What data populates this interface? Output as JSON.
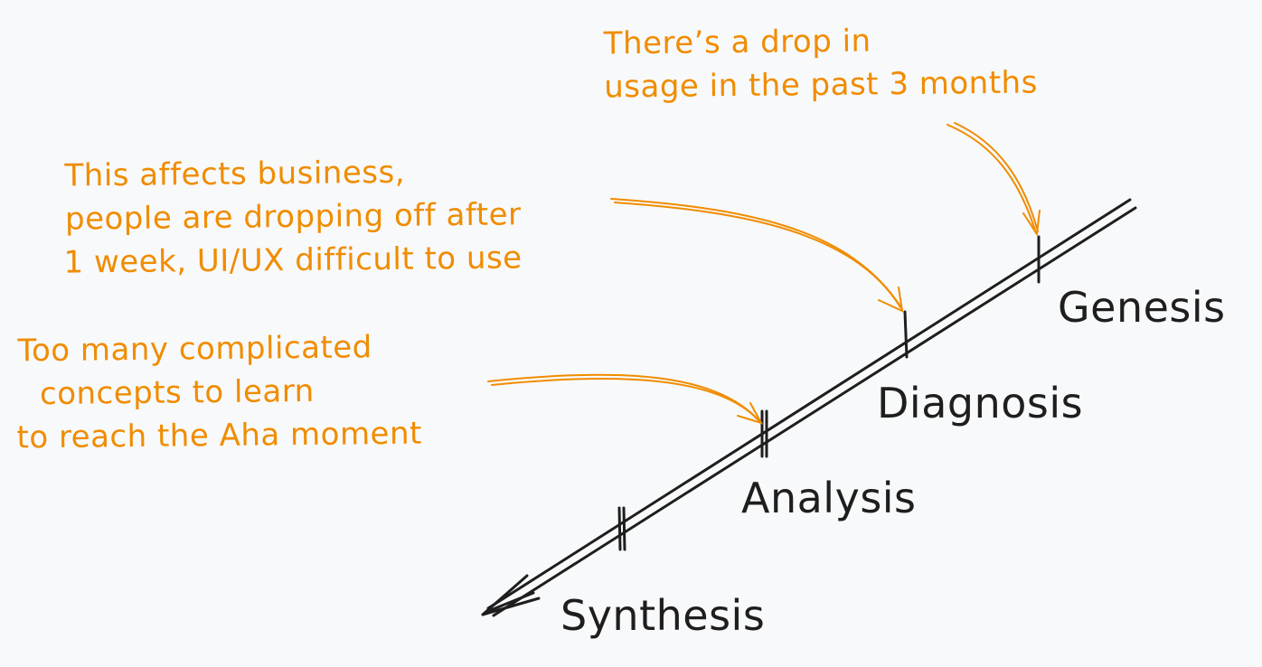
{
  "annotations": {
    "genesis_note": {
      "lines": [
        "There’s a drop in",
        "usage in the past 3 months"
      ]
    },
    "diagnosis_note": {
      "lines": [
        "This affects business,",
        "people are dropping off after",
        "1 week, UI/UX difficult to use"
      ]
    },
    "analysis_note": {
      "lines": [
        "Too many complicated",
        "concepts to learn",
        "to reach the Aha moment"
      ]
    }
  },
  "stages": {
    "genesis": "Genesis",
    "diagnosis": "Diagnosis",
    "analysis": "Analysis",
    "synthesis": "Synthesis"
  },
  "colors": {
    "background": "#f8f9fa",
    "ink": "#1e1e1e",
    "annotation": "#f08c00"
  }
}
